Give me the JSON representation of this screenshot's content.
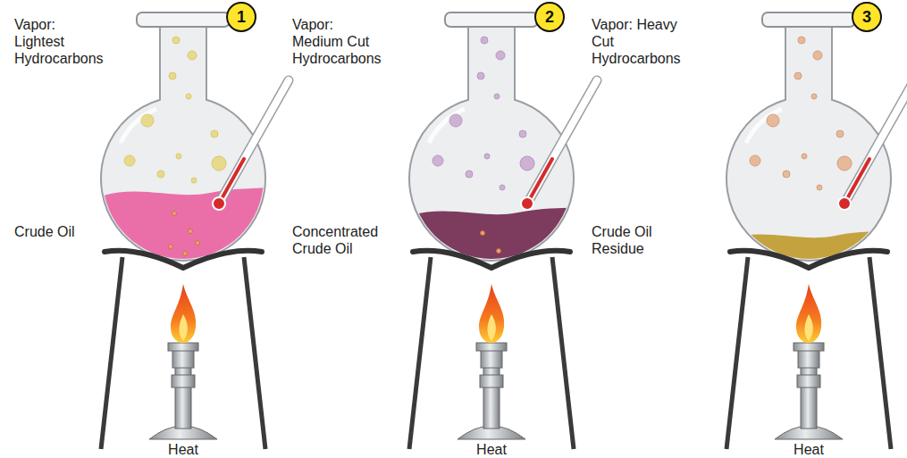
{
  "diagram": {
    "nodes": [
      {
        "text": [
          "1"
        ]
      },
      {
        "text": [
          "2"
        ]
      },
      {
        "text": [
          "3"
        ]
      }
    ],
    "labels": [
      "Vapor: Lightest Hydrocarbons",
      "Crude Oil",
      "Heat",
      "Vapor: Medium Cut Hydrocarbons",
      "Concentrated Crude Oil",
      "Heat",
      "Vapor: Heavy Cut Hydrocarbons",
      "Crude Oil Residue",
      "Heat"
    ]
  }
}
